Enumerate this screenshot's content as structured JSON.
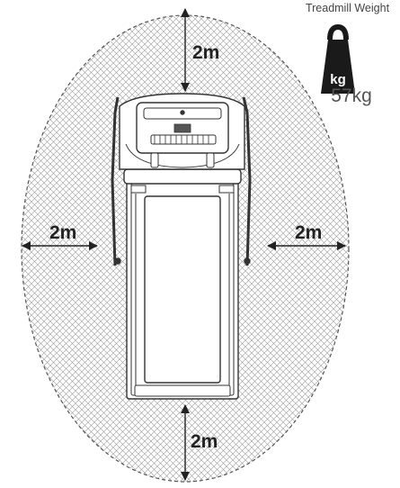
{
  "clearance": {
    "top": "2m",
    "left": "2m",
    "right": "2m",
    "bottom": "2m"
  },
  "weight": {
    "title": "Treadmill Weight",
    "unit": "kg",
    "value": "57kg"
  },
  "colors": {
    "hatch": "#8f8f8f",
    "outline": "#333333",
    "weight_icon": "#1a1a1a"
  },
  "icons": [
    "weight-kg-icon",
    "arrow-up-icon",
    "arrow-down-icon",
    "arrow-left-icon",
    "arrow-right-icon"
  ]
}
